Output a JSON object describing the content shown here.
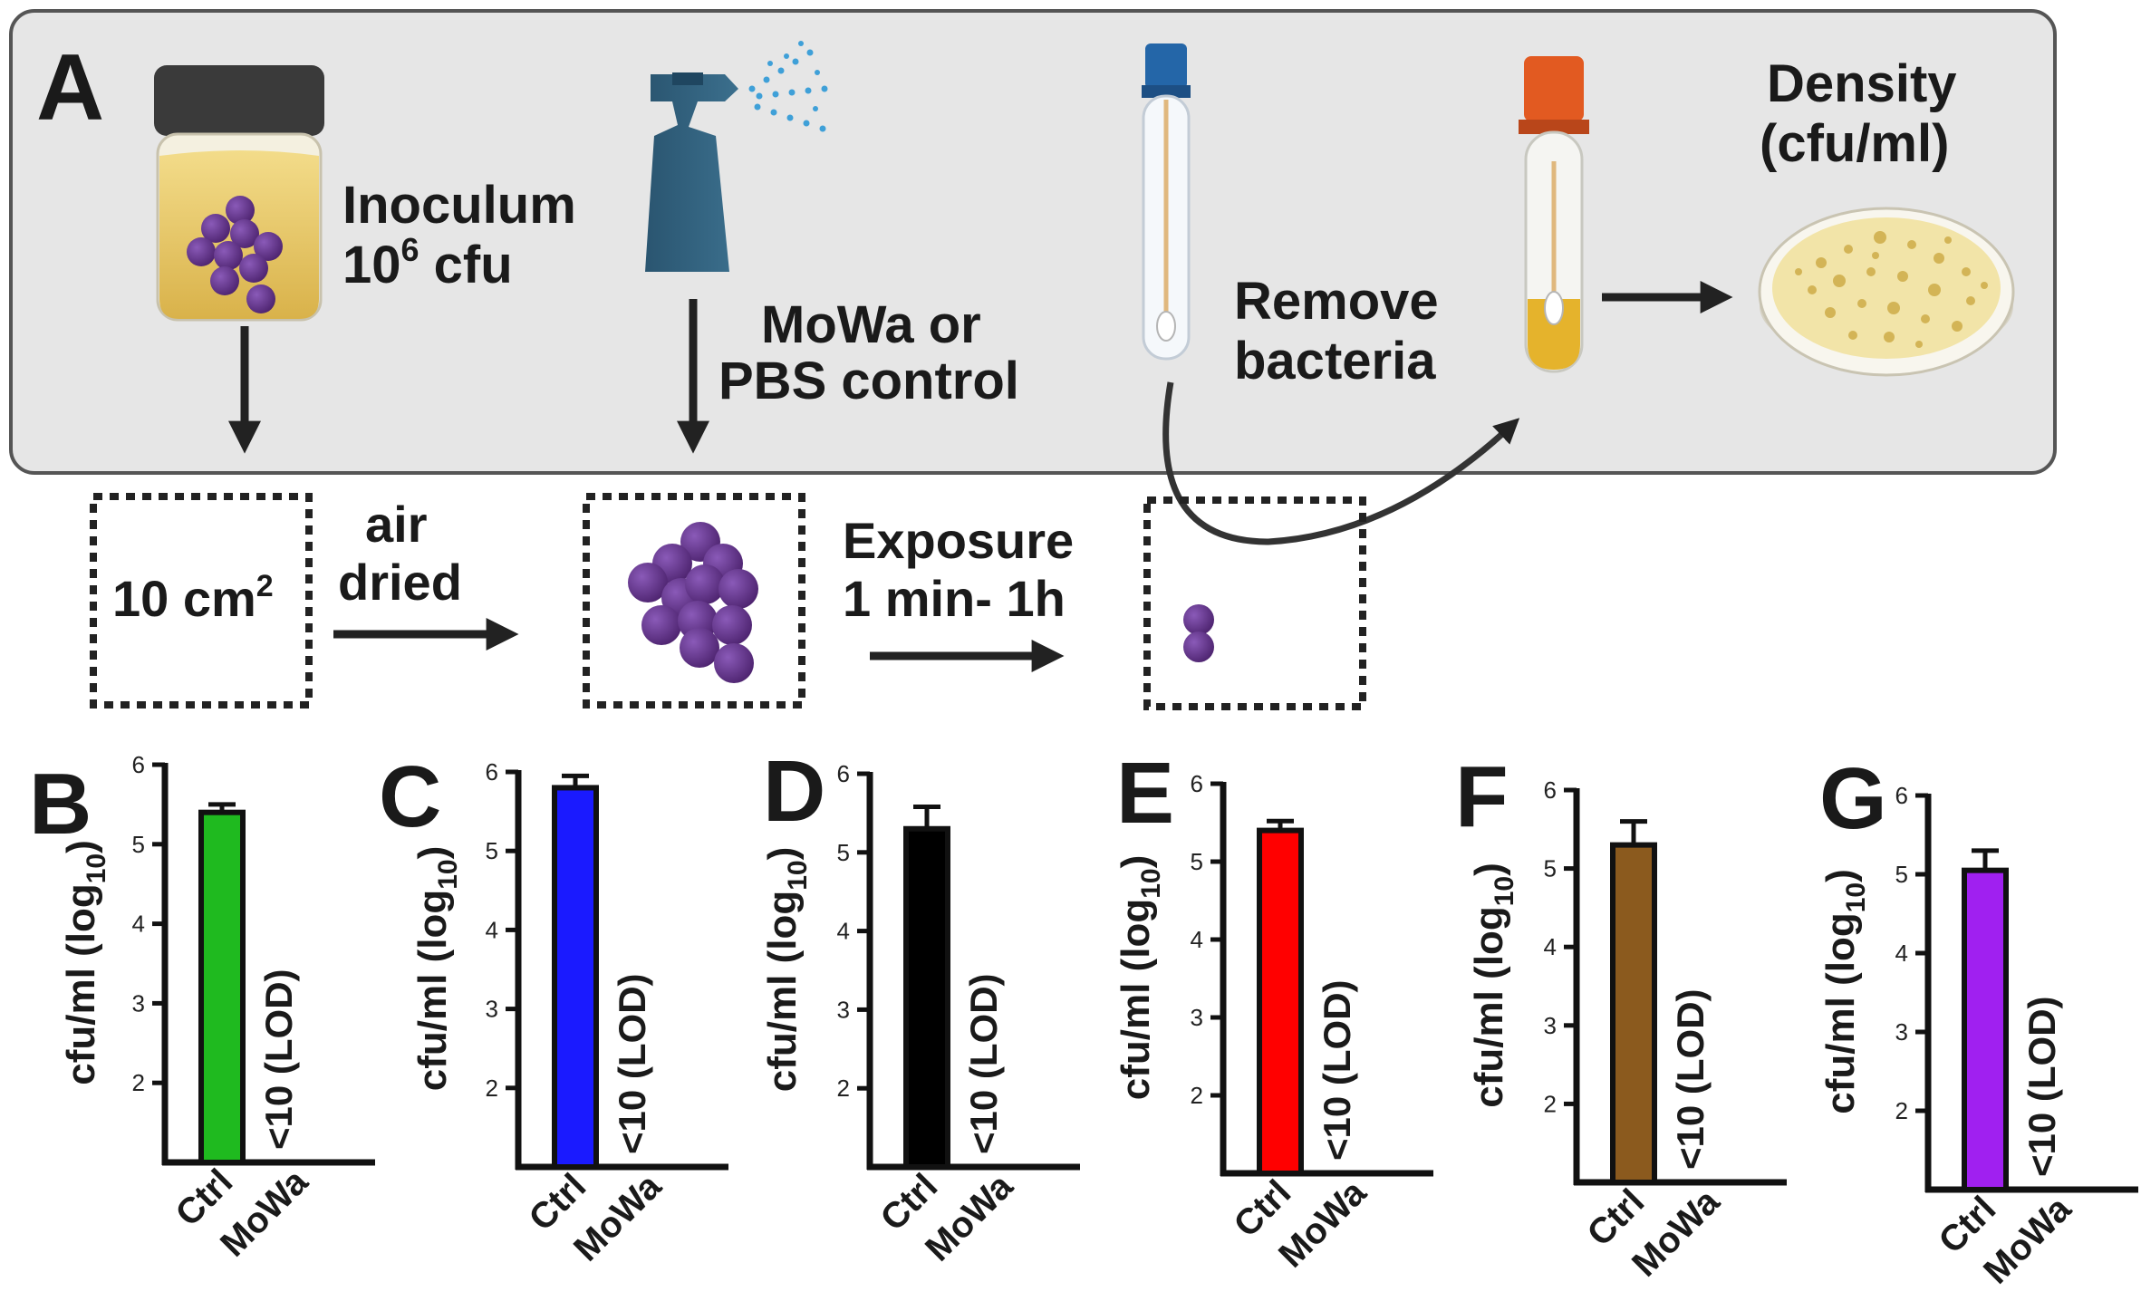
{
  "panel_a": {
    "letter": "A",
    "inoculum_line1": "Inoculum",
    "inoculum_line2_base": "10",
    "inoculum_line2_sup": "6",
    "inoculum_line2_rest": " cfu",
    "spray_line1": "MoWa or",
    "spray_line2": "PBS control",
    "remove_line1": "Remove",
    "remove_line2": "bacteria",
    "density_line1": "Density",
    "density_line2": "(cfu/ml)",
    "area_base": "10 cm",
    "area_sup": "2",
    "air_line1": "air",
    "air_line2": "dried",
    "exposure_line1": "Exposure",
    "exposure_line2": "1 min- 1h",
    "colors": {
      "panel_bg": "#e6e6e6",
      "bacteria": "#5b2d82",
      "bottle": "#2f5f7a",
      "tube_cap_blue": "#2466a8",
      "tube_cap_orange": "#e25a21",
      "agar": "#f2e4a8"
    }
  },
  "chart_data": [
    {
      "type": "bar",
      "panel": "B",
      "color": "#1fba1f",
      "categories": [
        "Ctrl",
        "MoWa"
      ],
      "values": [
        5.4,
        null
      ],
      "errors": [
        0.1,
        null
      ],
      "ylabel_main": "cfu/ml (log",
      "ylabel_sub": "10",
      "ylabel_close": ")",
      "annotation": "<10 (LOD)",
      "yticks": [
        "6",
        "5",
        "4",
        "3",
        "2"
      ],
      "ylim": [
        1,
        6
      ]
    },
    {
      "type": "bar",
      "panel": "C",
      "color": "#1a1aff",
      "categories": [
        "Ctrl",
        "MoWa"
      ],
      "values": [
        5.8,
        null
      ],
      "errors": [
        0.15,
        null
      ],
      "ylabel_main": "cfu/ml (log",
      "ylabel_sub": "10",
      "ylabel_close": ")",
      "annotation": "<10 (LOD)",
      "yticks": [
        "6",
        "5",
        "4",
        "3",
        "2"
      ],
      "ylim": [
        1,
        6
      ]
    },
    {
      "type": "bar",
      "panel": "D",
      "color": "#000000",
      "categories": [
        "Ctrl",
        "MoWa"
      ],
      "values": [
        5.3,
        null
      ],
      "errors": [
        0.28,
        null
      ],
      "ylabel_main": "cfu/ml (log",
      "ylabel_sub": "10",
      "ylabel_close": ")",
      "annotation": "<10 (LOD)",
      "yticks": [
        "6",
        "5",
        "4",
        "3",
        "2"
      ],
      "ylim": [
        1,
        6
      ]
    },
    {
      "type": "bar",
      "panel": "E",
      "color": "#ff0000",
      "categories": [
        "Ctrl",
        "MoWa"
      ],
      "values": [
        5.4,
        null
      ],
      "errors": [
        0.12,
        null
      ],
      "ylabel_main": "cfu/ml (log",
      "ylabel_sub": "10",
      "ylabel_close": ")",
      "annotation": "<10 (LOD)",
      "yticks": [
        "6",
        "5",
        "4",
        "3",
        "2"
      ],
      "ylim": [
        1,
        6
      ]
    },
    {
      "type": "bar",
      "panel": "F",
      "color": "#8b5a1e",
      "categories": [
        "Ctrl",
        "MoWa"
      ],
      "values": [
        5.3,
        null
      ],
      "errors": [
        0.3,
        null
      ],
      "ylabel_main": "cfu/ml (log",
      "ylabel_sub": "10",
      "ylabel_close": ")",
      "annotation": "<10 (LOD)",
      "yticks": [
        "6",
        "5",
        "4",
        "3",
        "2"
      ],
      "ylim": [
        1,
        6
      ]
    },
    {
      "type": "bar",
      "panel": "G",
      "color": "#a020f0",
      "categories": [
        "Ctrl",
        "MoWa"
      ],
      "values": [
        5.05,
        null
      ],
      "errors": [
        0.25,
        null
      ],
      "ylabel_main": "cfu/ml (log",
      "ylabel_sub": "10",
      "ylabel_close": ")",
      "annotation": "<10 (LOD)",
      "yticks": [
        "6",
        "5",
        "4",
        "3",
        "2"
      ],
      "ylim": [
        1,
        6
      ]
    }
  ]
}
